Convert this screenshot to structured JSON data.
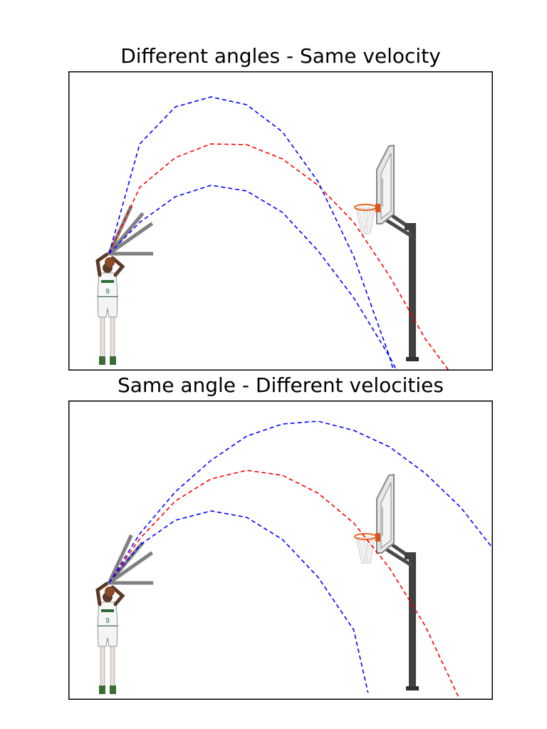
{
  "chart_data": [
    {
      "type": "line",
      "title": "Different angles - Same velocity",
      "xlabel": "",
      "ylabel": "",
      "xlim": [
        0,
        595
      ],
      "ylim": [
        0,
        420
      ],
      "grid": false,
      "legend": "none",
      "launch_point": [
        57,
        164
      ],
      "angle_indicators_deg": [
        0,
        35,
        50,
        65
      ],
      "series": [
        {
          "color": "#0000ff",
          "values": [
            [
              57,
              164
            ],
            [
              100,
              208
            ],
            [
              150,
              244
            ],
            [
              200,
              260
            ],
            [
              250,
              252
            ],
            [
              300,
              222
            ],
            [
              350,
              168
            ],
            [
              400,
              102
            ],
            [
              450,
              20
            ],
            [
              475,
              -30
            ]
          ]
        },
        {
          "color": "#ff0000",
          "values": [
            [
              57,
              164
            ],
            [
              100,
              257
            ],
            [
              150,
              299
            ],
            [
              200,
              318
            ],
            [
              250,
              317
            ],
            [
              300,
              297
            ],
            [
              350,
              260
            ],
            [
              400,
              208
            ],
            [
              450,
              133
            ],
            [
              500,
              45
            ],
            [
              560,
              -36
            ]
          ]
        },
        {
          "color": "#0000ff",
          "values": [
            [
              57,
              164
            ],
            [
              100,
              318
            ],
            [
              150,
              370
            ],
            [
              200,
              384
            ],
            [
              250,
              373
            ],
            [
              300,
              335
            ],
            [
              350,
              265
            ],
            [
              400,
              160
            ],
            [
              450,
              20
            ],
            [
              468,
              -44
            ]
          ]
        }
      ],
      "colors": {
        "low": "#0000ff",
        "mid": "#ff0000",
        "high": "#0000ff",
        "indicator": "#808080",
        "backboard": "#8a8a8a",
        "pole": "#404040",
        "rim": "#e8641e"
      },
      "icons": [
        "basketball-player-icon",
        "basketball-hoop-icon"
      ]
    },
    {
      "type": "line",
      "title": "Same angle - Different velocities",
      "xlabel": "",
      "ylabel": "",
      "xlim": [
        0,
        595
      ],
      "ylim": [
        0,
        420
      ],
      "grid": false,
      "legend": "none",
      "launch_point": [
        57,
        164
      ],
      "angle_indicators_deg": [
        0,
        35,
        50,
        65
      ],
      "series": [
        {
          "color": "#0000ff",
          "values": [
            [
              57,
              164
            ],
            [
              100,
              217
            ],
            [
              150,
              252
            ],
            [
              200,
              265
            ],
            [
              250,
              256
            ],
            [
              300,
              225
            ],
            [
              350,
              172
            ],
            [
              400,
              98
            ],
            [
              420,
              10
            ]
          ]
        },
        {
          "color": "#ff0000",
          "values": [
            [
              57,
              164
            ],
            [
              100,
              226
            ],
            [
              150,
              279
            ],
            [
              200,
              310
            ],
            [
              250,
              322
            ],
            [
              300,
              315
            ],
            [
              350,
              290
            ],
            [
              400,
              248
            ],
            [
              450,
              185
            ],
            [
              500,
              104
            ],
            [
              560,
              -24
            ]
          ]
        },
        {
          "color": "#0000ff",
          "values": [
            [
              57,
              164
            ],
            [
              100,
              233
            ],
            [
              150,
              292
            ],
            [
              200,
              336
            ],
            [
              250,
              370
            ],
            [
              300,
              387
            ],
            [
              350,
              391
            ],
            [
              400,
              378
            ],
            [
              450,
              355
            ],
            [
              500,
              318
            ],
            [
              550,
              270
            ],
            [
              600,
              206
            ]
          ]
        }
      ],
      "colors": {
        "low": "#0000ff",
        "mid": "#ff0000",
        "high": "#0000ff",
        "indicator": "#808080",
        "backboard": "#8a8a8a",
        "pole": "#404040",
        "rim": "#e8641e"
      },
      "icons": [
        "basketball-player-icon",
        "basketball-hoop-icon"
      ]
    }
  ]
}
